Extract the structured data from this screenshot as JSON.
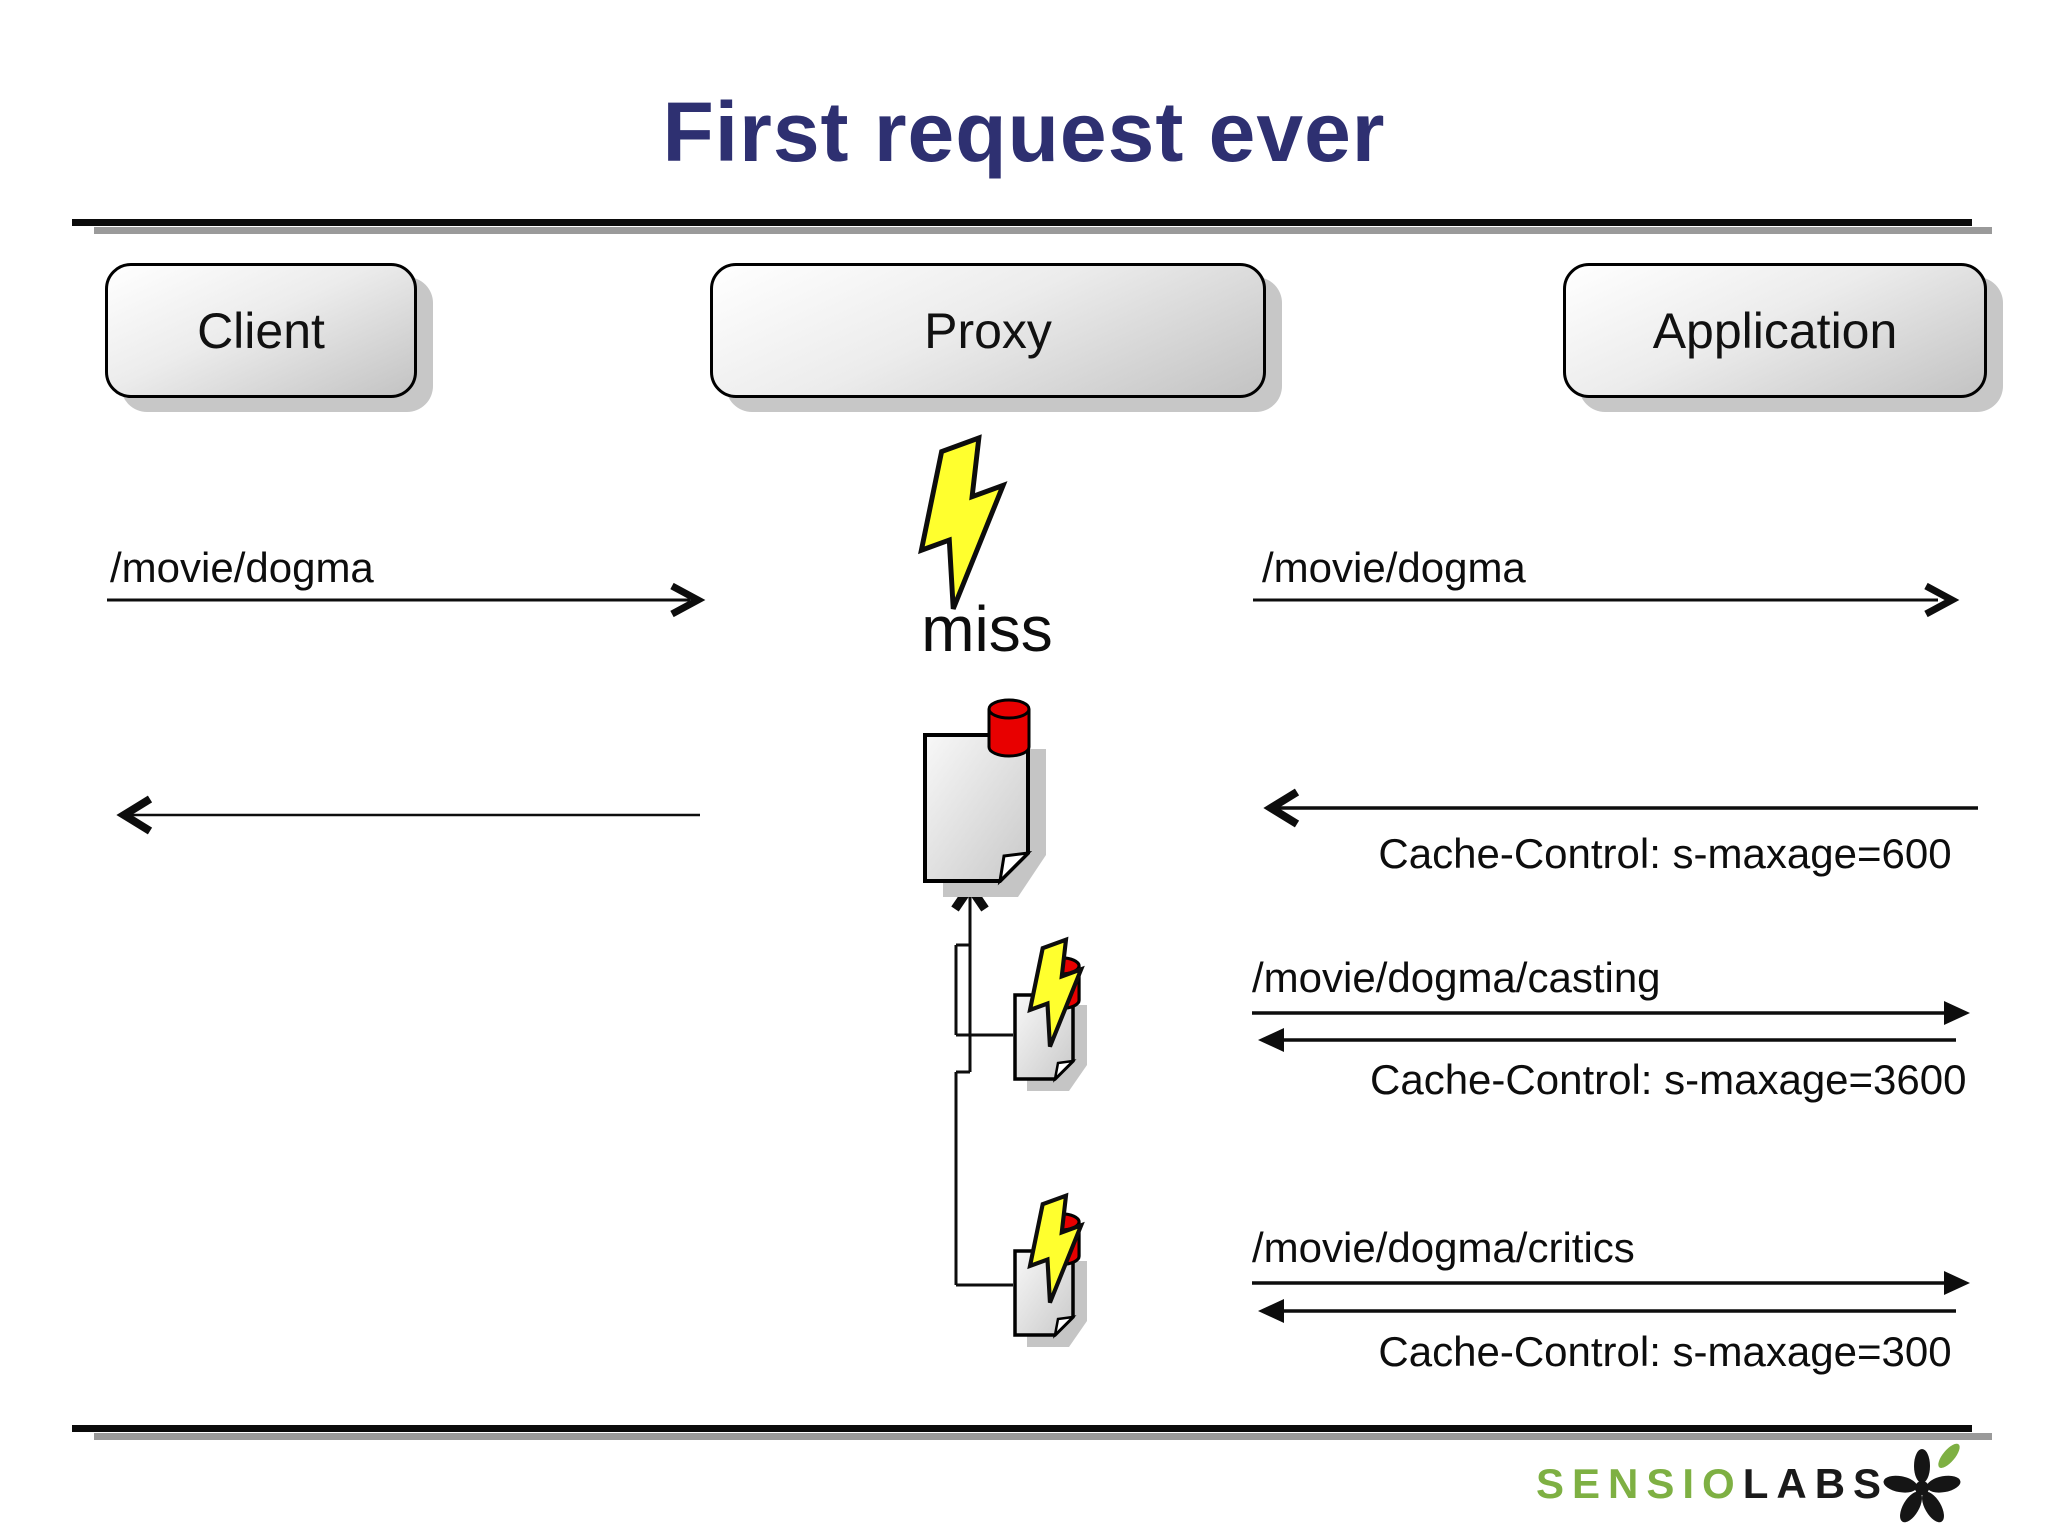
{
  "title": "First request ever",
  "nodes": {
    "client": "Client",
    "proxy": "Proxy",
    "application": "Application"
  },
  "status": {
    "miss": "miss"
  },
  "messages": {
    "client_request": "/movie/dogma",
    "proxy_forward": "/movie/dogma",
    "app_response": "Cache-Control: s-maxage=600",
    "casting_request": "/movie/dogma/casting",
    "casting_response": "Cache-Control: s-maxage=3600",
    "critics_request": "/movie/dogma/critics",
    "critics_response": "Cache-Control: s-maxage=300"
  },
  "footer": {
    "sensio": "SENSIO",
    "labs": "LABS"
  },
  "colors": {
    "title_navy": "#2e3071",
    "bolt_yellow": "#ffff2e",
    "database_red": "#e80000",
    "brand_green": "#7eb043"
  }
}
